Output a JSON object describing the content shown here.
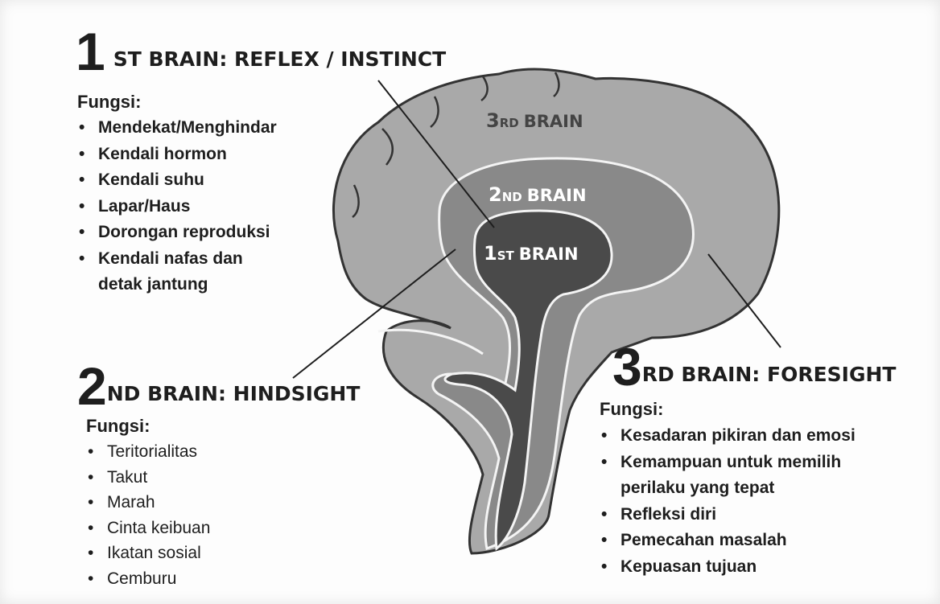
{
  "first_brain": {
    "num": "1",
    "heading": "ST BRAIN: REFLEX / INSTINCT",
    "fungsi": "Fungsi:",
    "items": [
      "Mendekat/Menghindar",
      "Kendali hormon",
      "Kendali suhu",
      "Lapar/Haus",
      "Dorongan reproduksi",
      "Kendali nafas dan",
      "detak jantung"
    ]
  },
  "second_brain": {
    "num": "2",
    "heading": "ND BRAIN: HINDSIGHT",
    "fungsi": "Fungsi:",
    "items": [
      "Teritorialitas",
      "Takut",
      "Marah",
      "Cinta keibuan",
      "Ikatan sosial",
      "Cemburu"
    ]
  },
  "third_brain": {
    "num": "3",
    "heading": "RD BRAIN: FORESIGHT",
    "fungsi": "Fungsi:",
    "items": [
      "Kesadaran pikiran dan emosi",
      "Kemampuan untuk memilih",
      "perilaku yang tepat",
      "Refleksi diri",
      "Pemecahan masalah",
      "Kepuasan tujuan"
    ]
  },
  "brain_labels": {
    "third_num": "3",
    "third_suffix": "RD",
    "third_word": "BRAIN",
    "second_num": "2",
    "second_suffix": "ND",
    "second_word": "BRAIN",
    "first_num": "1",
    "first_suffix": "ST",
    "first_word": "BRAIN"
  },
  "colors": {
    "outer": "#a9a9a9",
    "middle": "#898989",
    "inner": "#4a4a4a",
    "outline": "#333333",
    "text": "#1e1e1e"
  }
}
